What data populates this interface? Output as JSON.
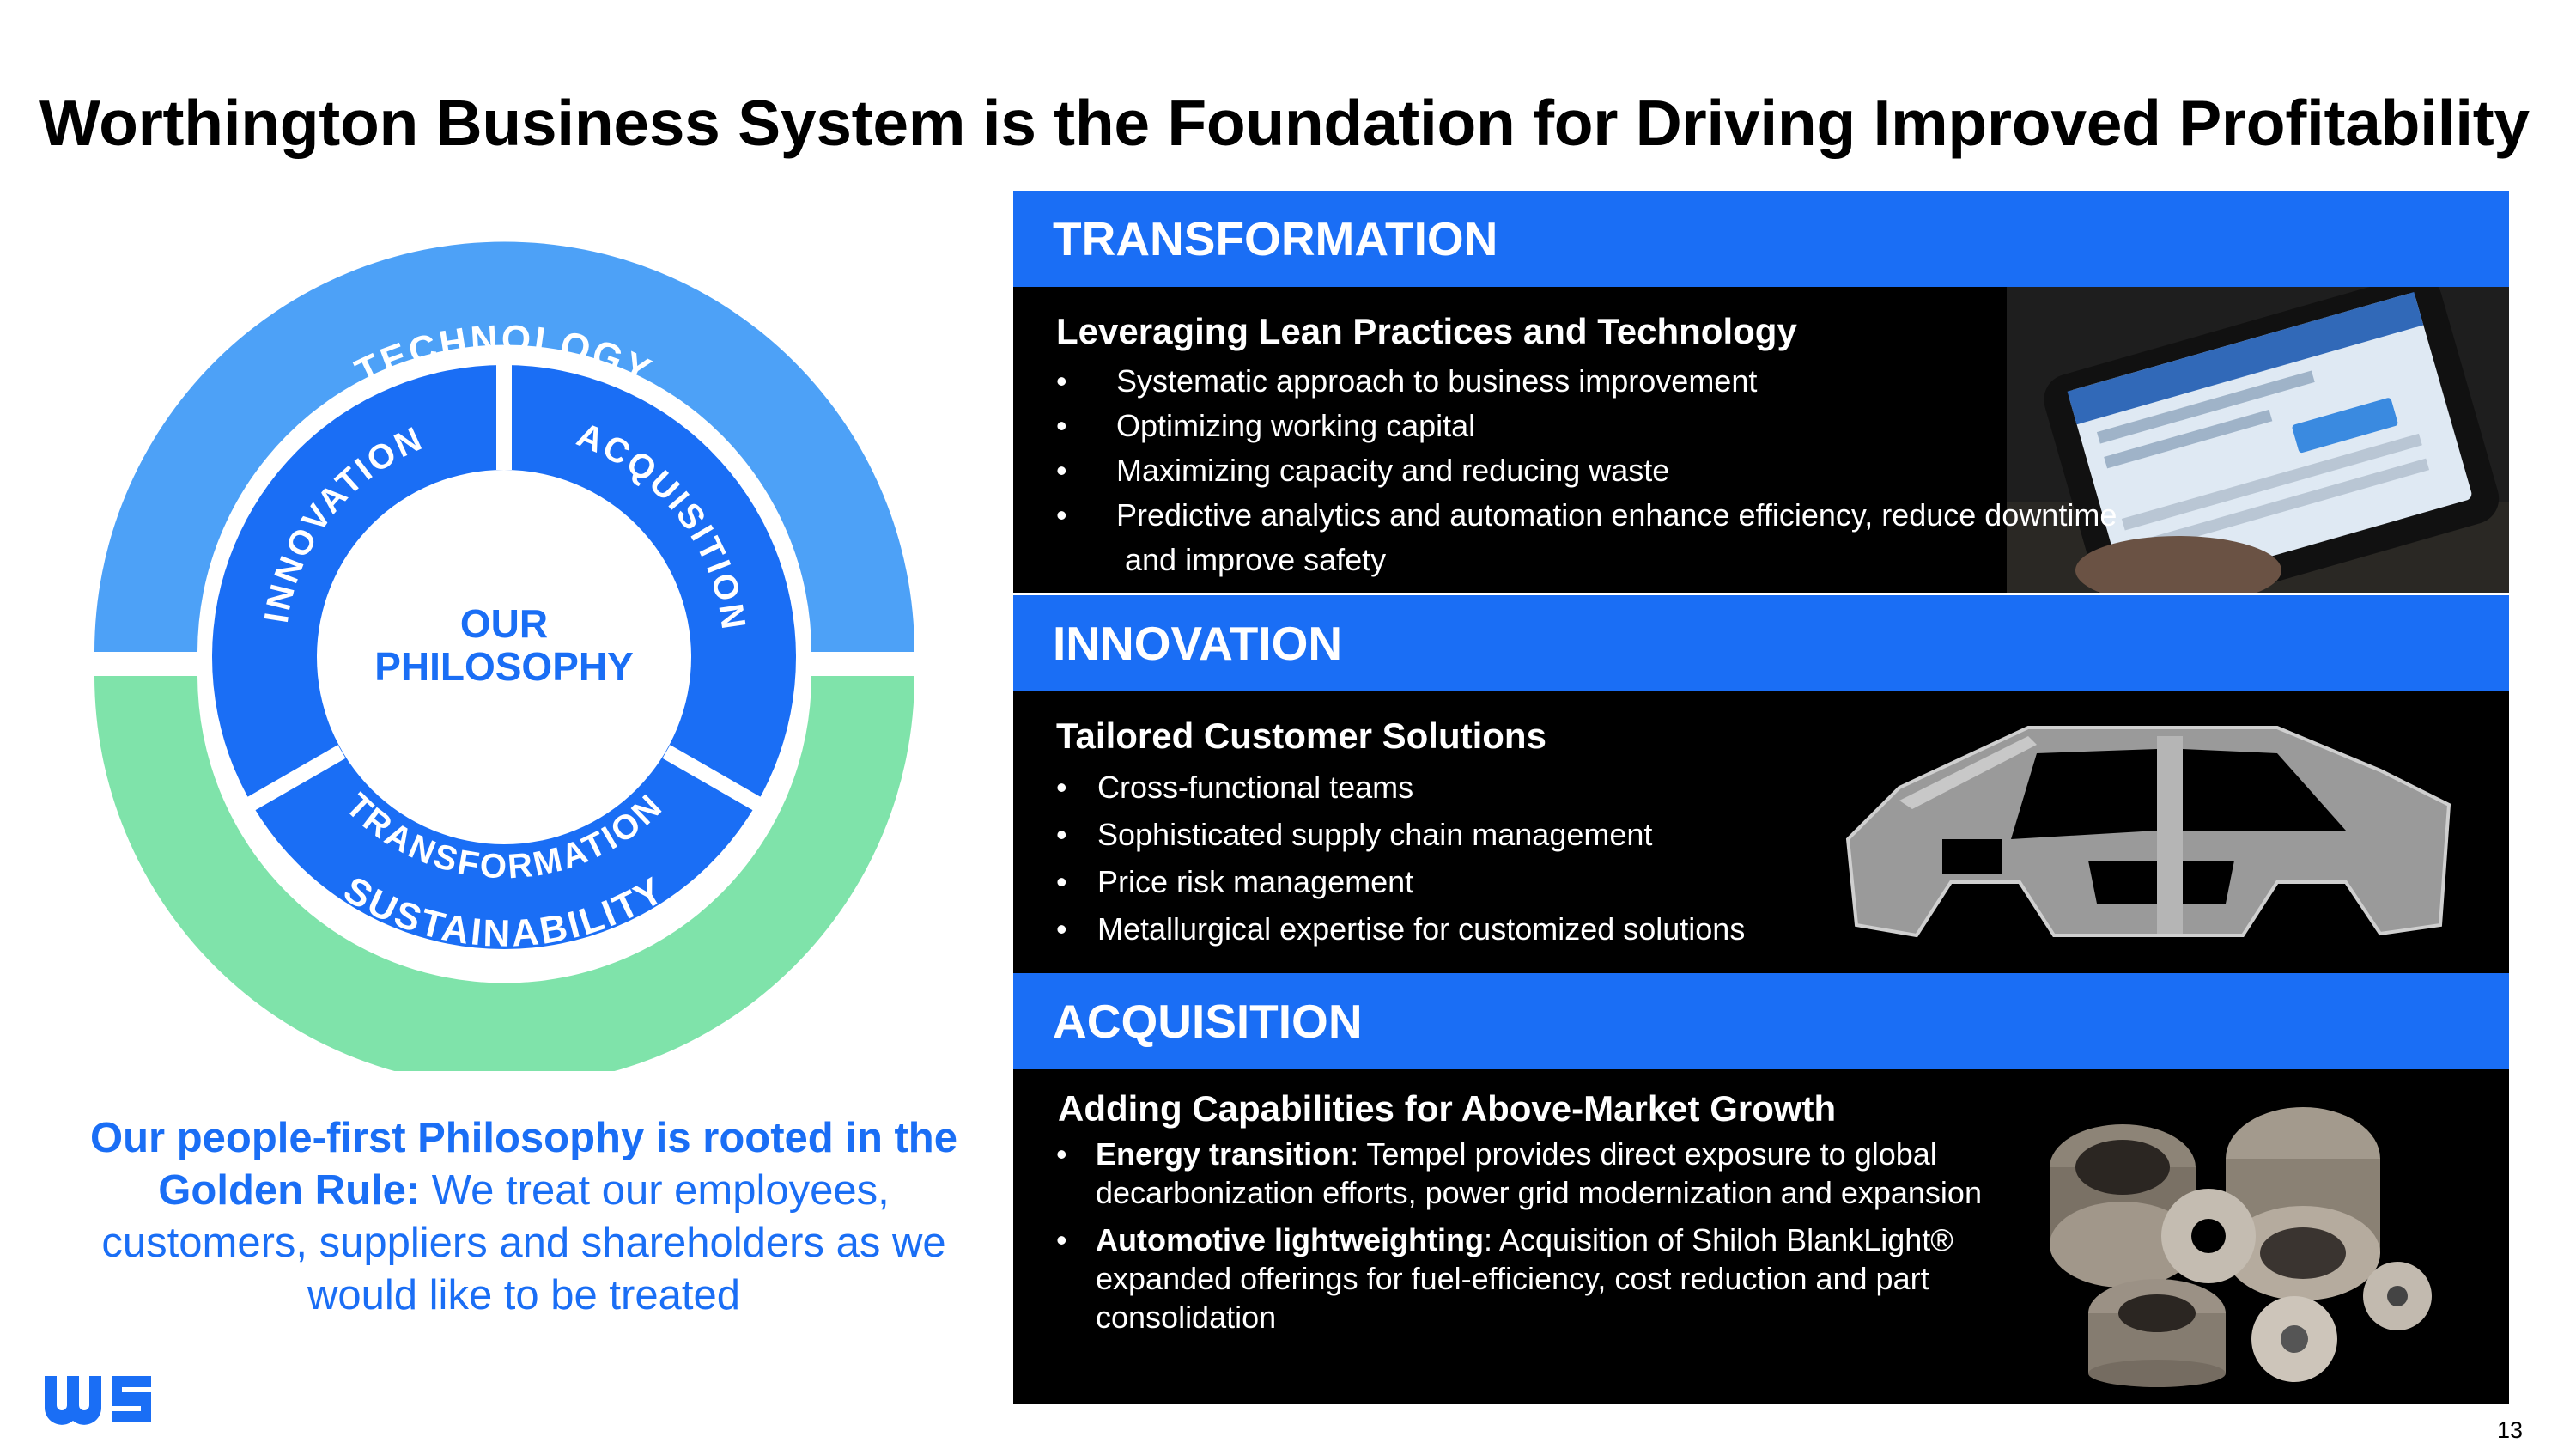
{
  "title": "Worthington Business System is the Foundation for Driving Improved Profitability",
  "wheel": {
    "outer_top": "TECHNOLOGY",
    "outer_bottom": "SUSTAINABILITY",
    "inner_left": "INNOVATION",
    "inner_right": "ACQUISITION",
    "inner_bottom": "TRANSFORMATION",
    "center_line1": "OUR",
    "center_line2": "PHILOSOPHY",
    "colors": {
      "outer_top": "#4da1f7",
      "outer_bottom": "#7fe3aa",
      "inner": "#1a6ef5"
    }
  },
  "philosophy": {
    "bold": "Our people-first Philosophy is rooted in the Golden Rule:",
    "rest": " We treat our employees, customers, suppliers and shareholders as we would like to be treated"
  },
  "logo_icon": "worthington-logo",
  "page_number": "13",
  "sections": [
    {
      "header": "TRANSFORMATION",
      "subtitle": "Leveraging Lean Practices and Technology",
      "bullets": [
        "Systematic approach to business improvement",
        "Optimizing working capital",
        "Maximizing capacity and reducing waste",
        "Predictive analytics and automation enhance efficiency, reduce downtime",
        " and improve safety"
      ],
      "image_icon": "handheld-device-photo"
    },
    {
      "header": "INNOVATION",
      "subtitle": "Tailored Customer Solutions",
      "bullets": [
        "Cross-functional teams",
        "Sophisticated supply chain management",
        "Price risk management",
        "Metallurgical expertise for customized solutions"
      ],
      "image_icon": "car-body-frame-photo"
    },
    {
      "header": "ACQUISITION",
      "subtitle": "Adding Capabilities for Above-Market Growth",
      "bullets": [
        {
          "bold": "Energy transition",
          "rest": ": Tempel provides direct exposure to global decarbonization efforts, power grid modernization and expansion"
        },
        {
          "bold": "Automotive lightweighting",
          "rest": ": Acquisition of Shiloh BlankLight® expanded offerings for fuel-efficiency, cost reduction and part consolidation"
        }
      ],
      "image_icon": "motor-laminations-photo"
    }
  ],
  "colors": {
    "brand_blue": "#1a6ef5",
    "dark_panel": "#000000"
  }
}
